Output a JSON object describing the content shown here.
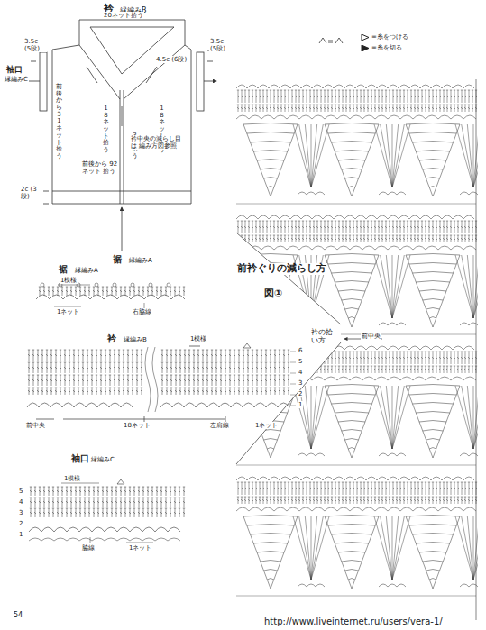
{
  "diagram": {
    "labels": [
      "衿",
      "縁編みB",
      "20ネット拾う",
      "3.5c (5段)",
      "3.5c (5段)",
      "4.5c (6段)",
      "袖口",
      "縁編みC",
      "前後から 31ネット拾う",
      "18ネット拾う",
      "3目拾う",
      "18ネット拾う",
      "衿中央の減らし目は 編み方図参照",
      "前後から 92ネット 拾う",
      "2c (3段)",
      "裾",
      "縁編みA",
      "裾",
      "縁編みA",
      "1模様",
      "1ネット",
      "右脇線",
      "衿",
      "縁編みB",
      "1模様",
      "前中央",
      "18ネット",
      "左肩線",
      "1ネット",
      "6",
      "5",
      "4",
      "3",
      "2",
      "1",
      "袖口",
      "縁編みC",
      "1模様",
      "1ネット",
      "脇線",
      "5",
      "4",
      "3",
      "2",
      "1",
      "前衿ぐりの減らし方",
      "図①",
      "衿の拾い方",
      "前中央",
      "54",
      "http://www.liveinternet.ru/users/vera-1/"
    ],
    "legend": [
      {
        "text": "=糸をつける"
      },
      {
        "text": "=糸を切る"
      }
    ]
  }
}
